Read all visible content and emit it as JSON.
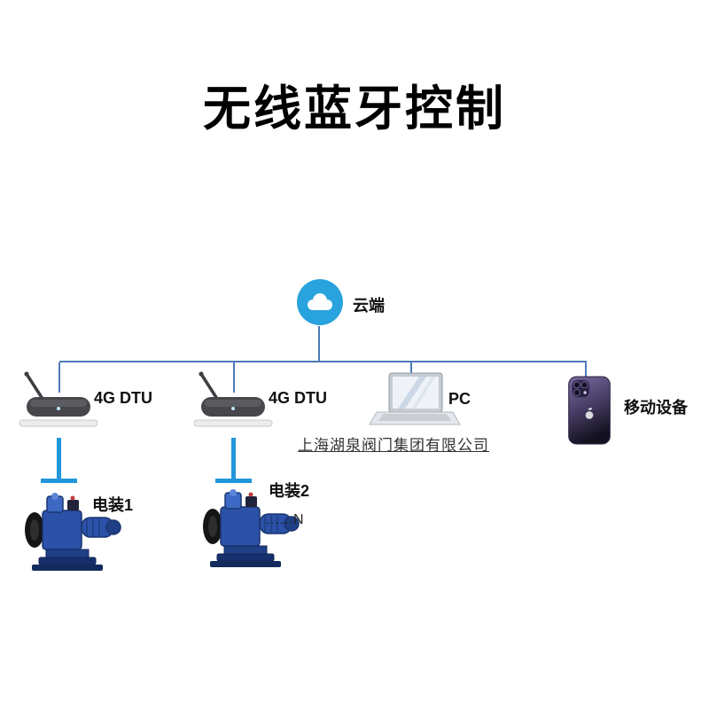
{
  "title": "无线蓝牙控制",
  "watermark": "上海湖泉阀门集团有限公司",
  "cloud": {
    "label": "云端"
  },
  "devices": {
    "dtu1": {
      "label": "4G DTU"
    },
    "dtu2": {
      "label": "4G DTU"
    },
    "pc": {
      "label": "PC"
    },
    "mobile": {
      "label": "移动设备"
    }
  },
  "actuators": {
    "a1": {
      "label": "电装1"
    },
    "a2": {
      "label": "电装2",
      "more": "……N"
    }
  },
  "colors": {
    "tree_line": "#4d79b8",
    "link_line": "#2196db",
    "cloud_fill": "#29a3dd",
    "actuator_blue": "#2b51a8"
  }
}
